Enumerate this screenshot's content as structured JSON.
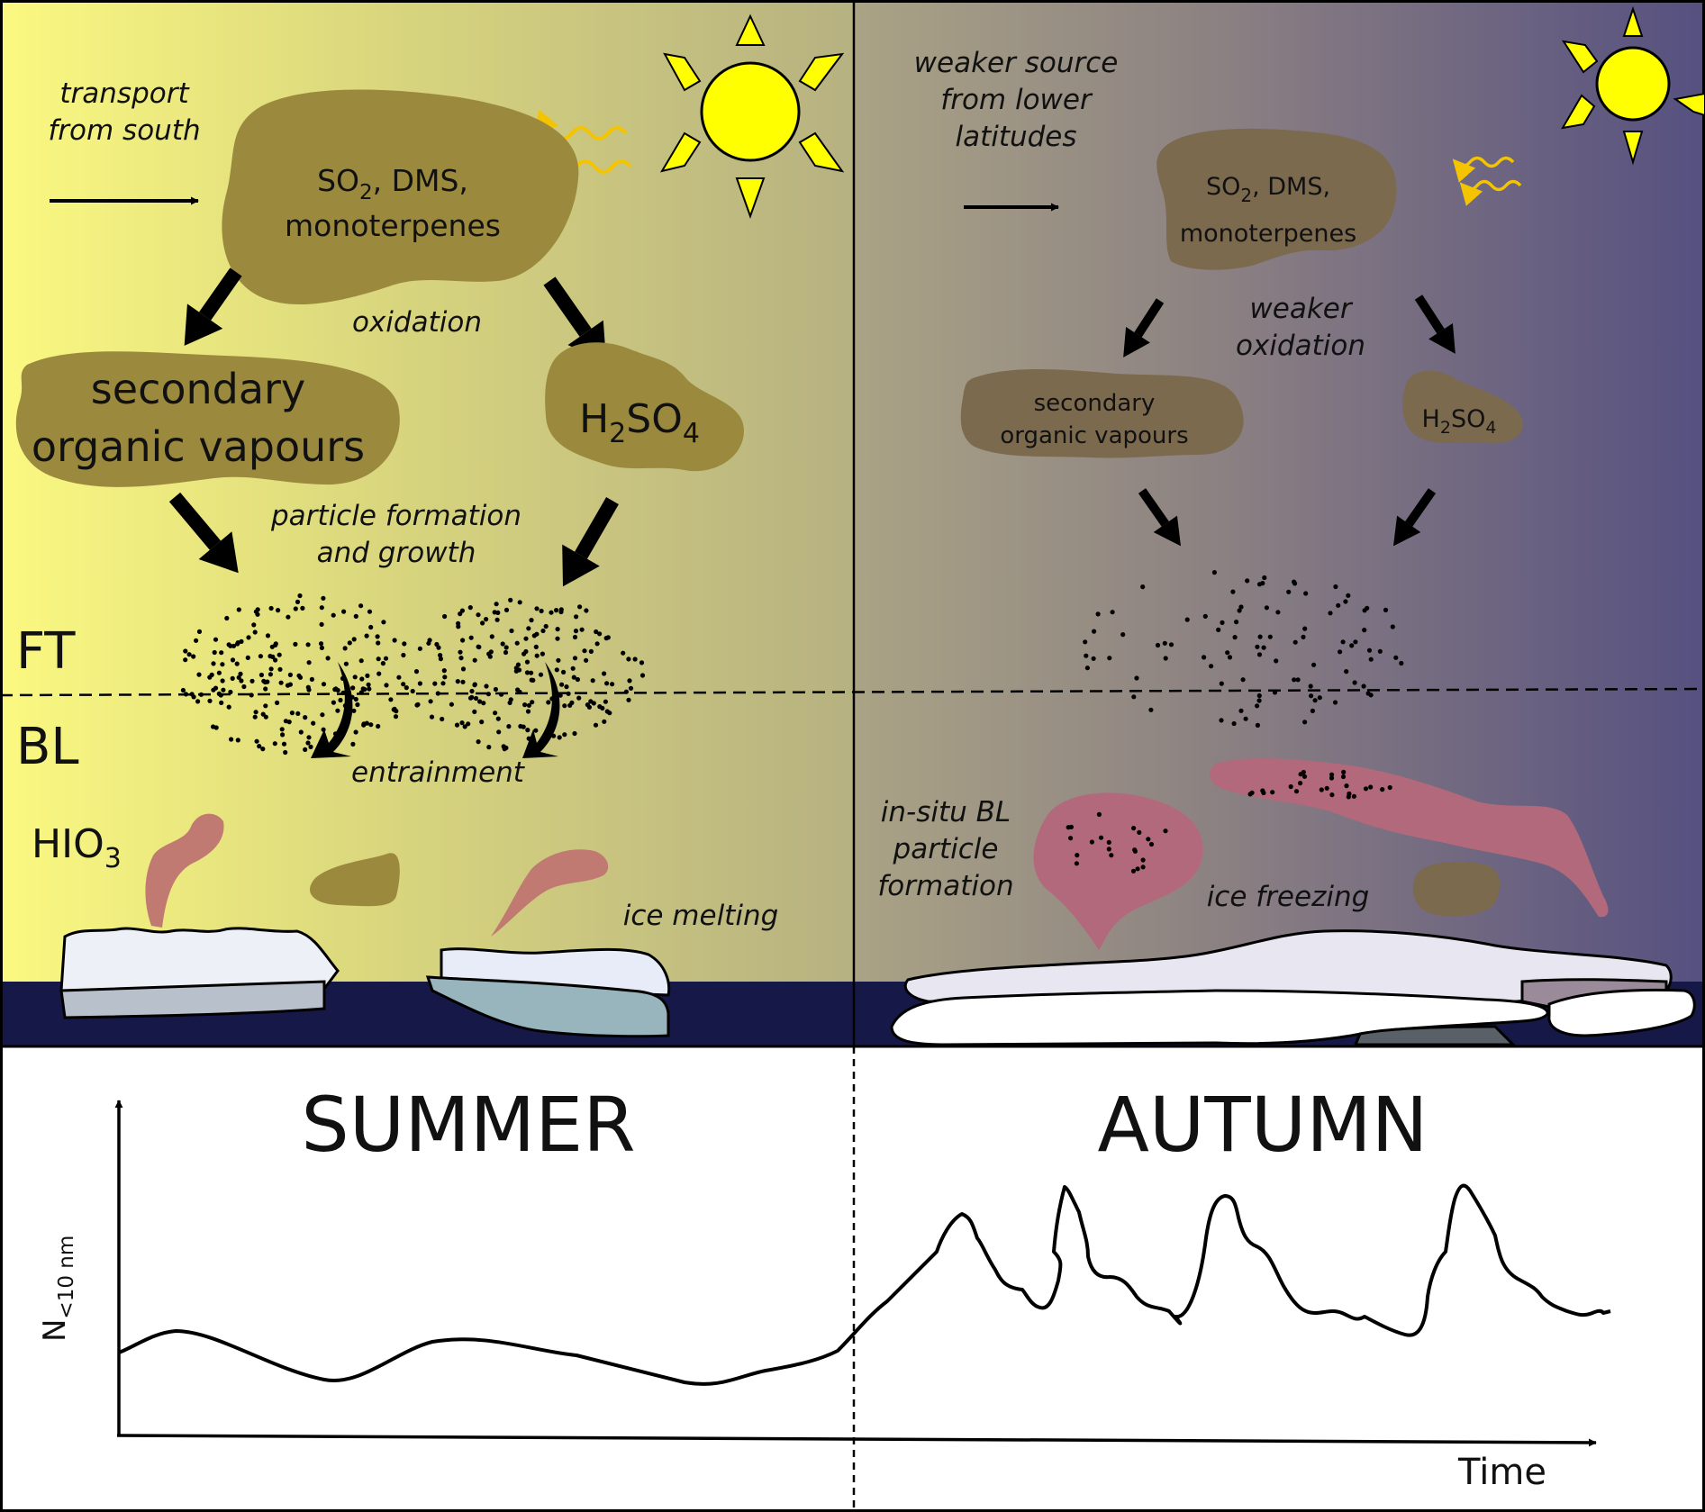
{
  "summer": {
    "transport_line1": "transport",
    "transport_line2": "from south",
    "source_line1_a": "SO",
    "source_line1_sub": "2",
    "source_line1_b": ", DMS,",
    "source_line2": "monoterpenes",
    "oxidation": "oxidation",
    "sov_line1": "secondary",
    "sov_line2": "organic vapours",
    "h2so4_a": "H",
    "h2so4_sub1": "2",
    "h2so4_b": "SO",
    "h2so4_sub2": "4",
    "pfg_line1": "particle formation",
    "pfg_line2": "and growth",
    "entrainment": "entrainment",
    "hio3_a": "HIO",
    "hio3_sub": "3",
    "ice_melting": "ice melting",
    "season_label": "SUMMER"
  },
  "autumn": {
    "weaker_line1": "weaker source",
    "weaker_line2": "from lower",
    "weaker_line3": "latitudes",
    "source_line1_a": "SO",
    "source_line1_sub": "2",
    "source_line1_b": ", DMS,",
    "source_line2": "monoterpenes",
    "weaker_ox_line1": "weaker",
    "weaker_ox_line2": "oxidation",
    "sov_line1": "secondary",
    "sov_line2": "organic vapours",
    "h2so4_a": "H",
    "h2so4_sub1": "2",
    "h2so4_b": "SO",
    "h2so4_sub2": "4",
    "insitu_line1": "in-situ BL",
    "insitu_line2": "particle",
    "insitu_line3": "formation",
    "ice_freezing": "ice freezing",
    "season_label": "AUTUMN"
  },
  "layers": {
    "ft": "FT",
    "bl": "BL"
  },
  "plot": {
    "ylabel_main": "N",
    "ylabel_sub": "<10 nm",
    "xlabel": "Time"
  },
  "colors": {
    "summer_sky_left": "#f9f78a",
    "summer_sky_right": "#b9b580",
    "autumn_sky_left": "#a8a285",
    "autumn_sky_right": "#5a5080",
    "cloud_summer": "#9b8a3e",
    "cloud_autumn": "#7c6a4e",
    "pink_plume": "#b2697c",
    "iodine_plume": "#c07a72",
    "ocean": "#161848",
    "sun": "#ffff00",
    "wavy_arrow": "#f5c400"
  }
}
